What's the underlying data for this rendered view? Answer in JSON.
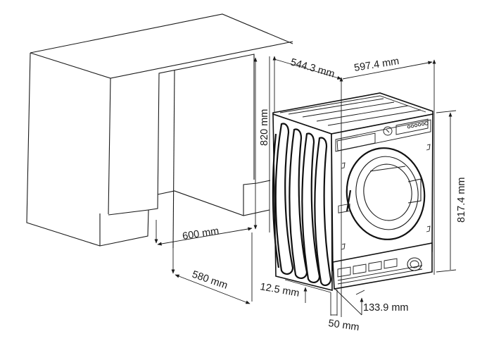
{
  "diagram": {
    "subject": "Built-in washing machine installation dimensions",
    "line_color": "#1a1a1a",
    "background": "#ffffff",
    "dimensions": {
      "machine_depth": "544.3 mm",
      "machine_width": "597.4 mm",
      "niche_height": "820 mm",
      "machine_height": "817.4 mm",
      "niche_width": "600 mm",
      "niche_depth": "580 mm",
      "feet_height": "12.5 mm",
      "plinth_offset": "50 mm",
      "plinth_height": "133.9 mm"
    },
    "parts": {
      "cabinet": "kitchen-cabinet-outline",
      "machine": "washing-machine",
      "door": "porthole-door",
      "control_panel": "control-panel",
      "detergent_drawer": "detergent-drawer",
      "program_knob": "program-knob",
      "kick_plate": "kick-plate"
    }
  }
}
